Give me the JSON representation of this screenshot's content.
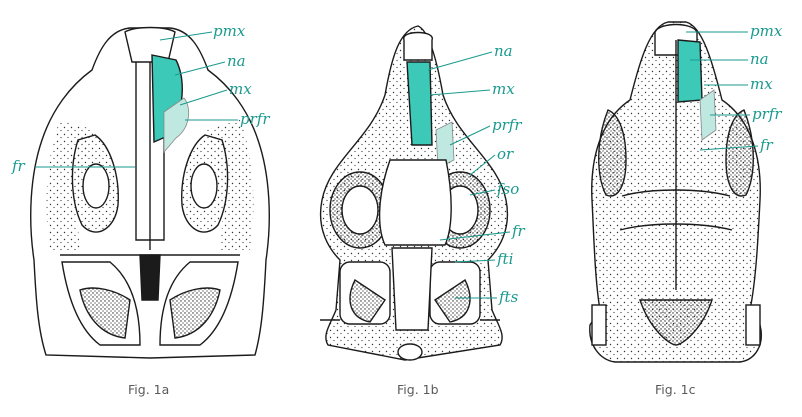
{
  "colors": {
    "label": "#1a9a8e",
    "highlight": "#3cc9b8",
    "highlight_light": "#bfe8e1",
    "ink": "#1b1b1b",
    "caption": "#5a5a5a"
  },
  "figures": [
    {
      "caption": "Fig. 1a",
      "labels": {
        "pmx": "pmx",
        "na": "na",
        "mx": "mx",
        "prfr": "prfr",
        "fr": "fr"
      }
    },
    {
      "caption": "Fig. 1b",
      "labels": {
        "na": "na",
        "mx": "mx",
        "prfr": "prfr",
        "or": "or",
        "fso": "fso",
        "fr": "fr",
        "fti": "fti",
        "fts": "fts"
      }
    },
    {
      "caption": "Fig. 1c",
      "labels": {
        "pmx": "pmx",
        "na": "na",
        "mx": "mx",
        "prfr": "prfr",
        "fr": "fr"
      }
    }
  ]
}
